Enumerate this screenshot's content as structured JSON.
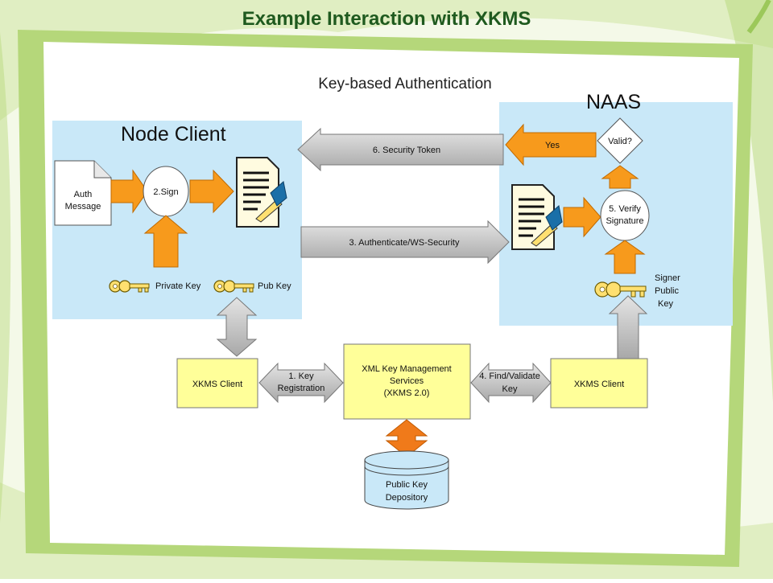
{
  "slide": {
    "title": "Example Interaction with XKMS",
    "subtitle": "Key-based Authentication"
  },
  "colors": {
    "frame_green": "#b5d77a",
    "panel_blue": "#c9e8f8",
    "box_yellow": "#ffff99",
    "arrow_orange": "#f79a1c",
    "arrow_gray": "#c0c0c0",
    "key_yellow": "#ffe070"
  },
  "node_client": {
    "heading": "Node Client",
    "auth_message_line1": "Auth",
    "auth_message_line2": "Message",
    "sign_step": "2.Sign",
    "private_key_label": "Private Key",
    "pub_key_label": "Pub Key"
  },
  "naas": {
    "heading": "NAAS",
    "valid_label": "Valid?",
    "yes_label": "Yes",
    "verify_line1": "5. Verify",
    "verify_line2": "Signature",
    "signer_line1": "Signer",
    "signer_line2": "Public",
    "signer_line3": "Key"
  },
  "messages": {
    "security_token": "6. Security Token",
    "authenticate": "3. Authenticate/WS-Security"
  },
  "xkms": {
    "client_left": "XKMS Client",
    "client_right": "XKMS Client",
    "service_line1": "XML Key Management",
    "service_line2": "Services",
    "service_line3": "(XKMS 2.0)",
    "registration_line1": "1. Key",
    "registration_line2": "Registration",
    "find_line1": "4. Find/Validate",
    "find_line2": "Key",
    "depository_line1": "Public Key",
    "depository_line2": "Depository"
  }
}
